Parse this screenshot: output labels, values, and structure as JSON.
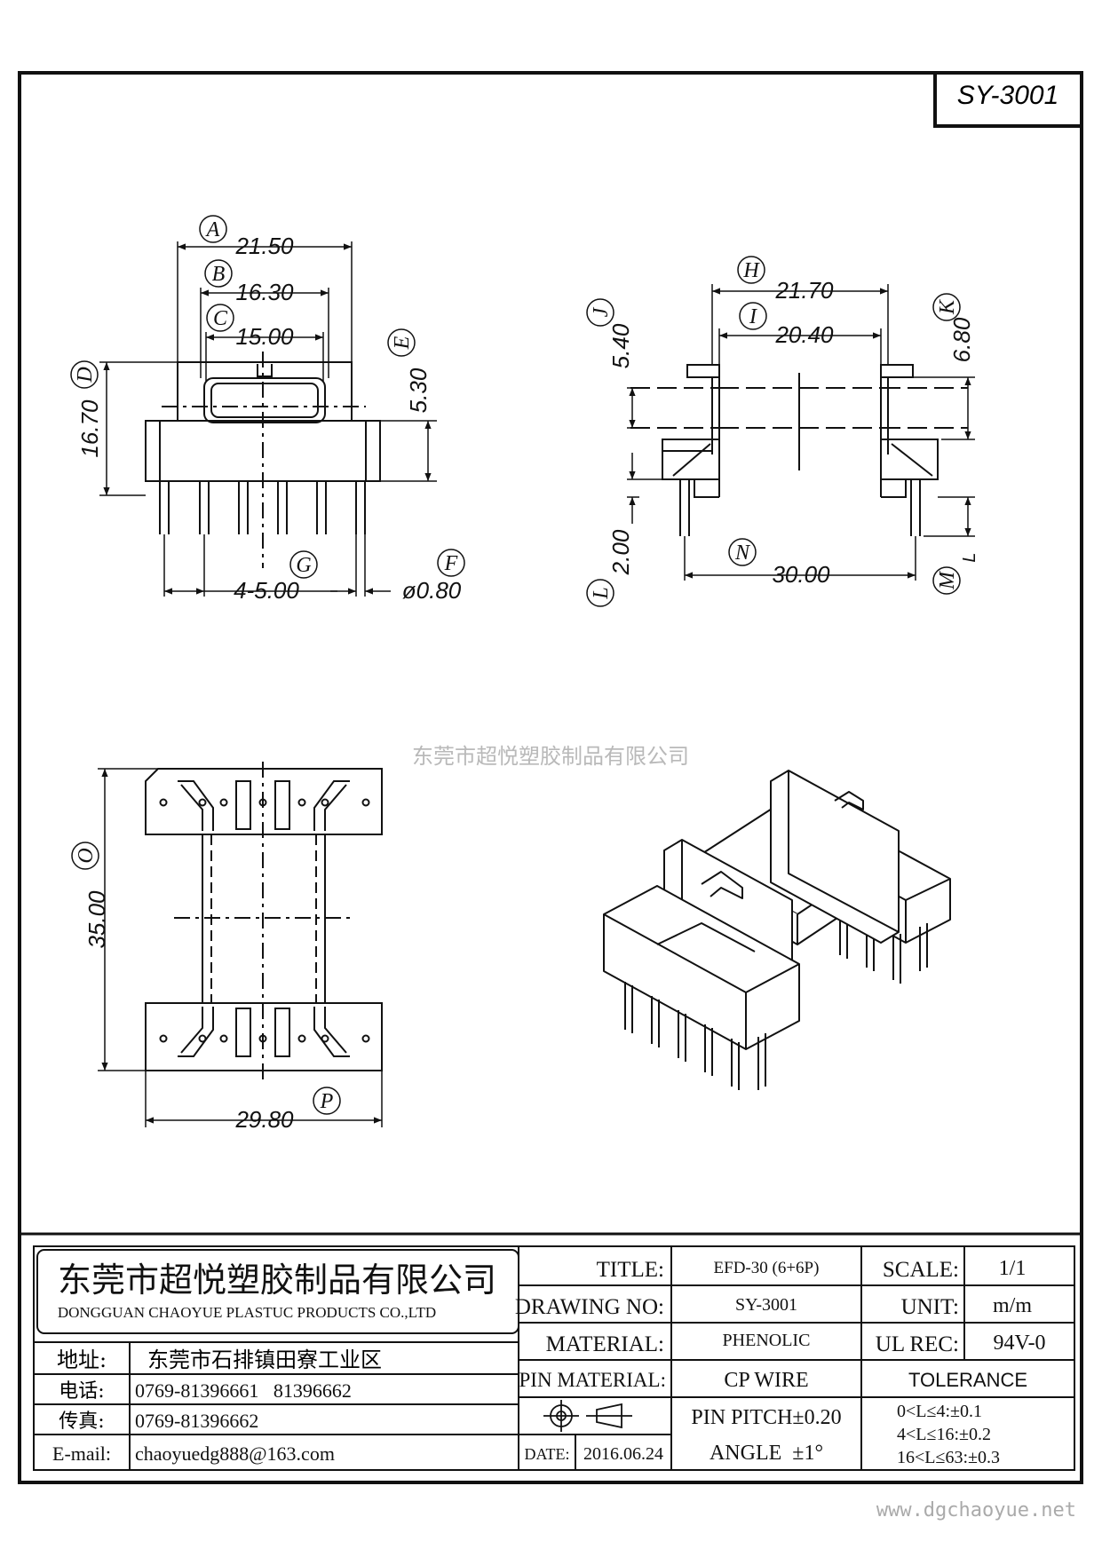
{
  "part_code": "SY-3001",
  "watermark": "东莞市超悦塑胶制品有限公司",
  "website": "www.dgchaoyue.net",
  "dims": {
    "A": "A",
    "dim_A": "21.50",
    "B": "B",
    "dim_B": "16.30",
    "C": "C",
    "dim_C": "15.00",
    "D": "D",
    "dim_D": "16.70",
    "E": "E",
    "dim_E": "5.30",
    "F": "F",
    "dim_F": "ø0.80",
    "G": "G",
    "dim_G": "4-5.00",
    "H": "H",
    "dim_H": "21.70",
    "I": "I",
    "dim_I": "20.40",
    "J": "J",
    "dim_J": "5.40",
    "K": "K",
    "dim_K": "6.80",
    "L": "L",
    "dim_L": "2.00",
    "M": "M",
    "dim_M_sub": "L",
    "N": "N",
    "dim_N": "30.00",
    "O": "O",
    "dim_O": "35.00",
    "P": "P",
    "dim_P": "29.80"
  },
  "title_block": {
    "company_cn": "东莞市超悦塑胶制品有限公司",
    "company_en": "DONGGUAN CHAOYUE PLASTUC PRODUCTS CO.,LTD",
    "address_label": "地址:",
    "address": "东莞市石排镇田寮工业区",
    "phone_label": "电话:",
    "phone": "0769-81396661   81396662",
    "fax_label": "传真:",
    "fax": "0769-81396662",
    "email_label": "E-mail:",
    "email": "chaoyuedg888@163.com",
    "title_label": "TITLE:",
    "title": "EFD-30 (6+6P)",
    "drawing_no_label": "DRAWING NO:",
    "drawing_no": "SY-3001",
    "material_label": "MATERIAL:",
    "material": "PHENOLIC",
    "pin_material_label": "PIN MATERIAL:",
    "pin_material": "CP WIRE",
    "pin_pitch": "PIN PITCH±0.20",
    "date_label": "DATE:",
    "date": "2016.06.24",
    "angle": "ANGLE  ±1°",
    "scale_label": "SCALE:",
    "scale": "1/1",
    "unit_label": "UNIT:",
    "unit": "m/m",
    "ul_label": "UL REC:",
    "ul": "94V-0",
    "tolerance_label": "TOLERANCE",
    "tol_1": "0<L≤4:±0.1",
    "tol_2": "4<L≤16:±0.2",
    "tol_3": "16<L≤63:±0.3"
  },
  "icons": {
    "projection_symbol": "third-angle-projection-icon"
  }
}
